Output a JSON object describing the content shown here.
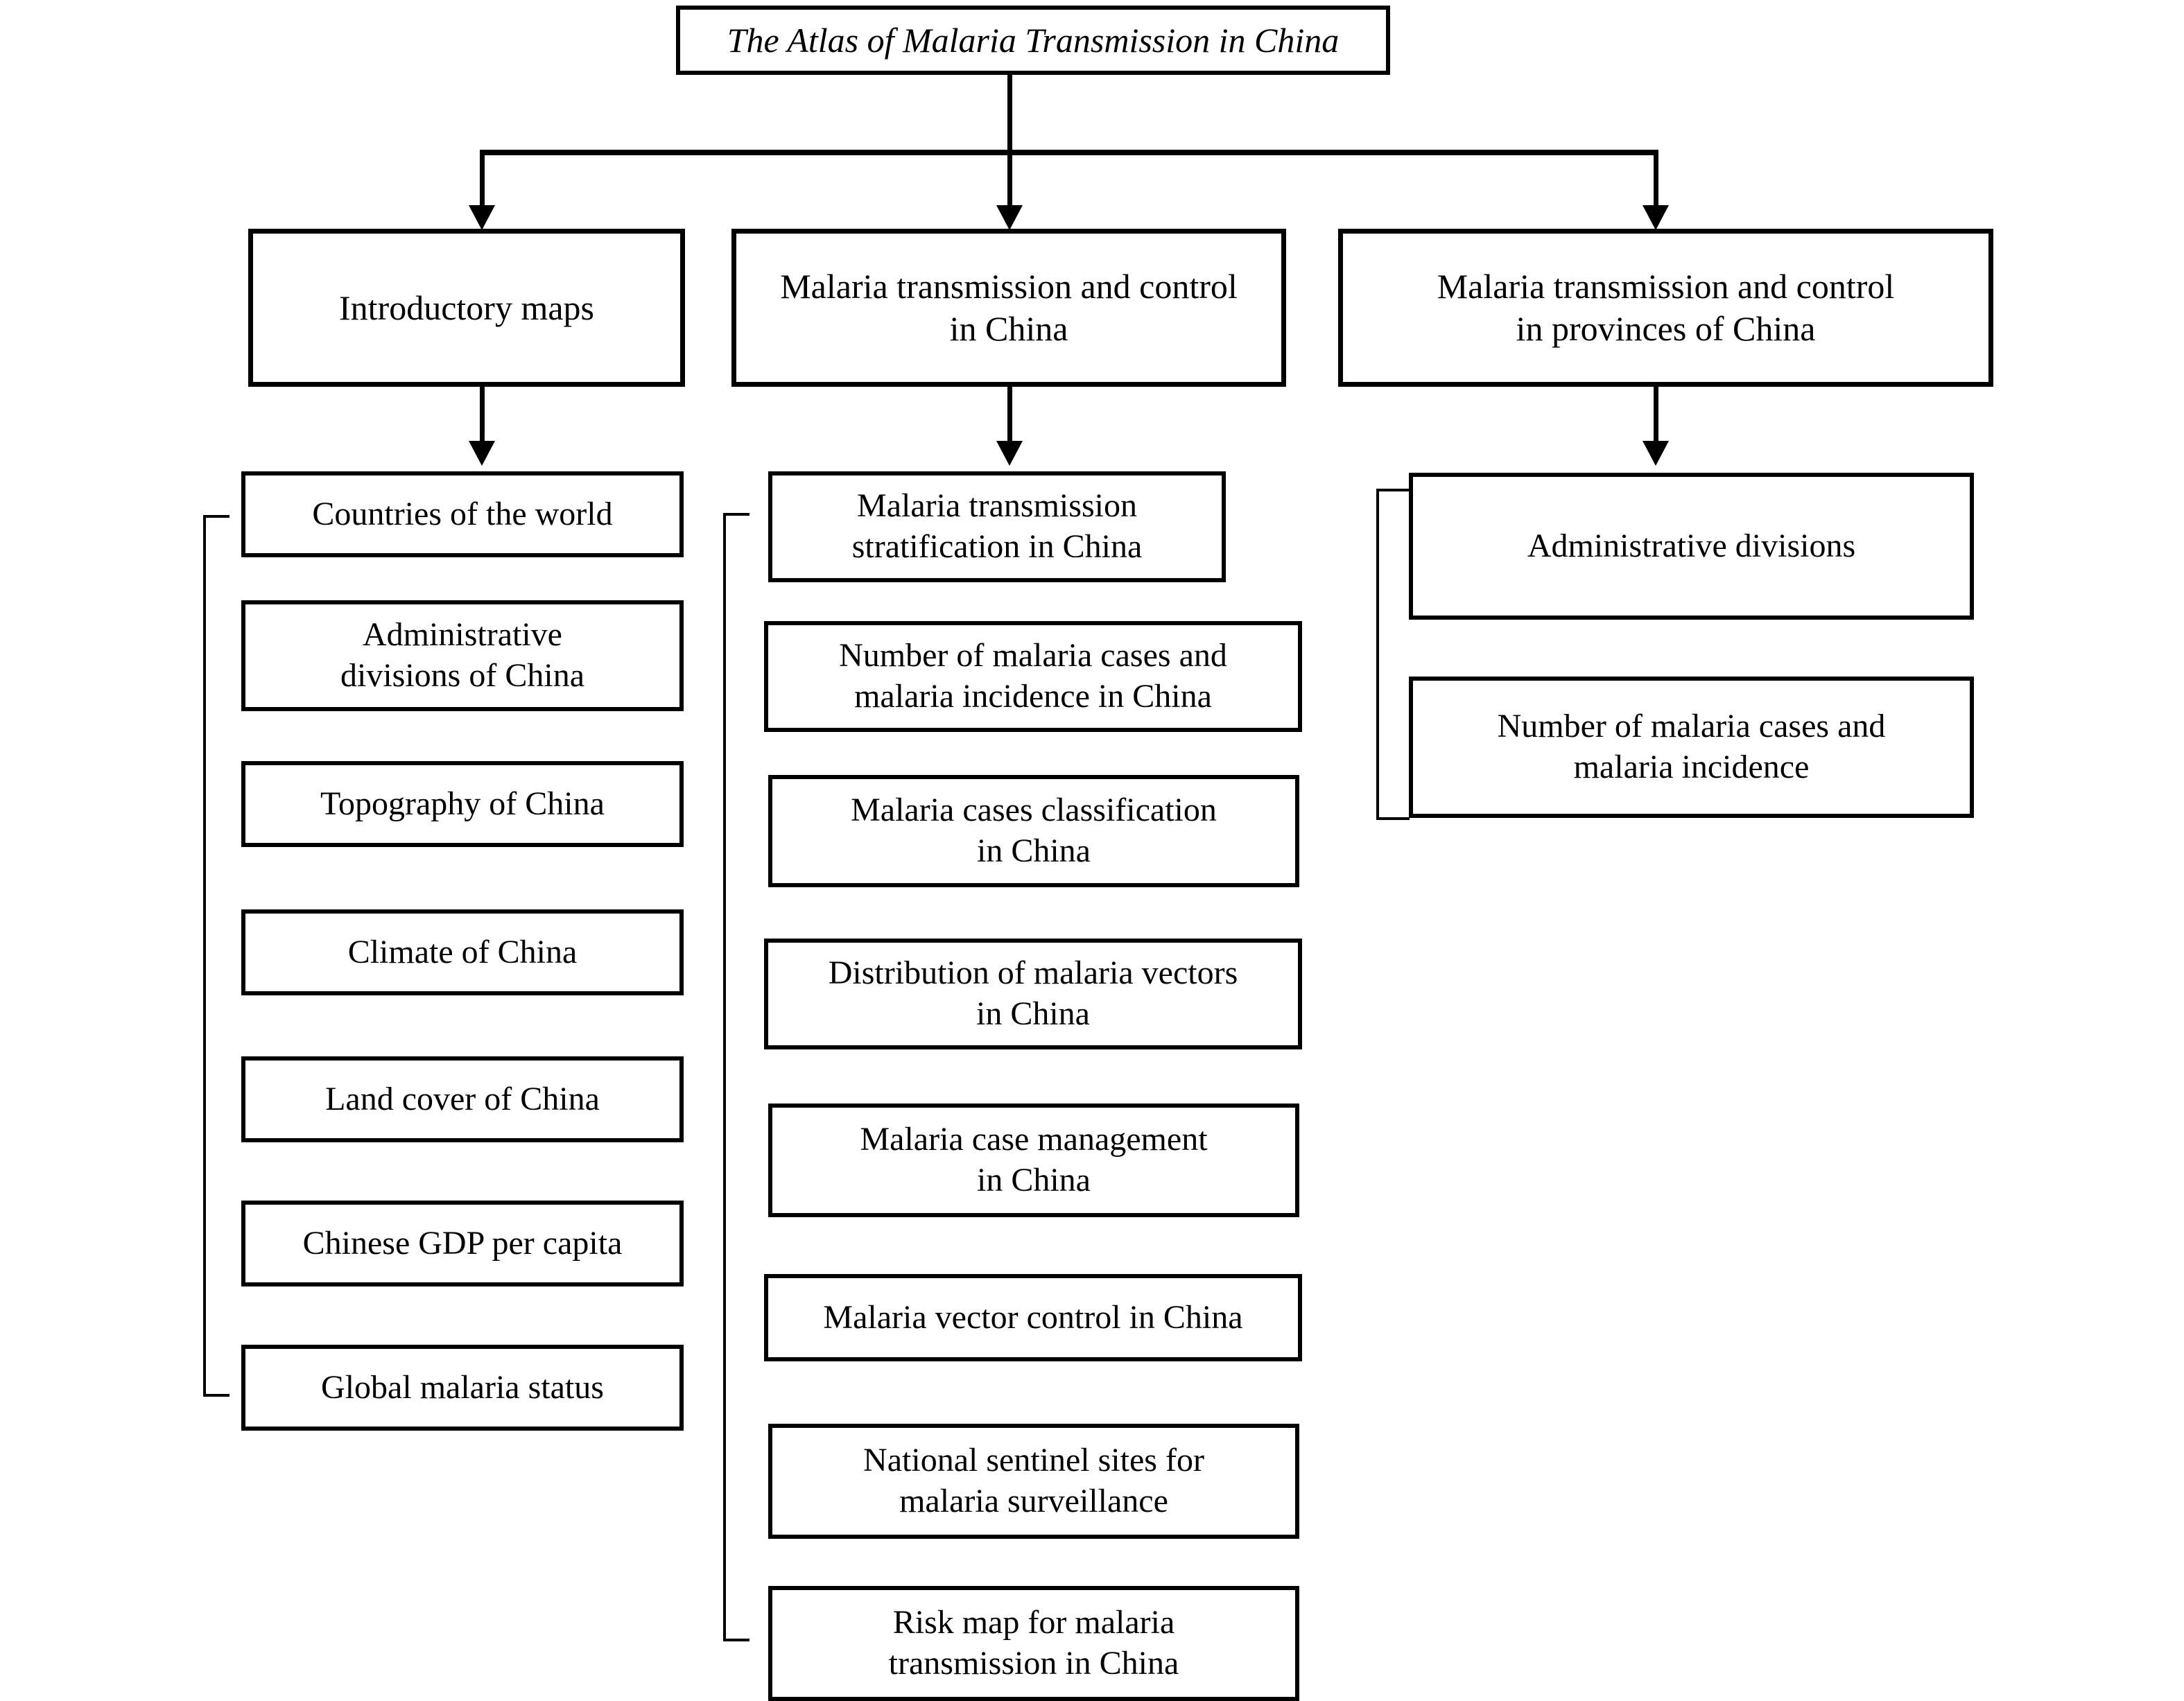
{
  "diagram": {
    "root": {
      "label": "The Atlas of Malaria Transmission in China"
    },
    "branches": [
      {
        "label": "Introductory maps",
        "children": [
          {
            "label": "Countries of the world"
          },
          {
            "label": "Administrative\ndivisions of China"
          },
          {
            "label": "Topography of China"
          },
          {
            "label": "Climate of China"
          },
          {
            "label": "Land cover of China"
          },
          {
            "label": "Chinese GDP per capita"
          },
          {
            "label": "Global malaria status"
          }
        ]
      },
      {
        "label": "Malaria transmission and control\nin China",
        "children": [
          {
            "label": "Malaria transmission\nstratification in China"
          },
          {
            "label": "Number of malaria cases and\nmalaria incidence in China"
          },
          {
            "label": "Malaria cases classification\nin China"
          },
          {
            "label": "Distribution of malaria vectors\nin China"
          },
          {
            "label": "Malaria case management\nin China"
          },
          {
            "label": "Malaria vector control in China"
          },
          {
            "label": "National sentinel sites for\nmalaria surveillance"
          },
          {
            "label": "Risk map for malaria\ntransmission in China"
          }
        ]
      },
      {
        "label": "Malaria transmission and control\nin provinces of China",
        "children": [
          {
            "label": "Administrative divisions"
          },
          {
            "label": "Number of malaria cases and\nmalaria incidence"
          }
        ]
      }
    ],
    "colors": {
      "stroke": "#000000",
      "fill": "#ffffff",
      "text": "#000000"
    }
  }
}
